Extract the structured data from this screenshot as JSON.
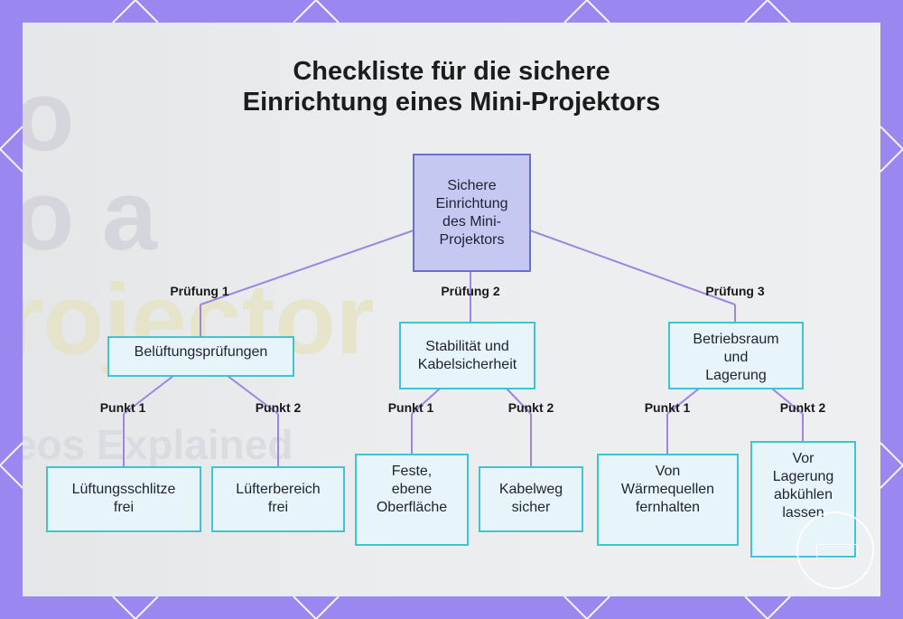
{
  "title_lines": [
    "Checkliste für die sichere",
    "Einrichtung eines Mini-Projektors"
  ],
  "root": {
    "lines": [
      "Sichere",
      "Einrichtung",
      "des Mini-",
      "Projektors"
    ]
  },
  "branches": [
    {
      "label": "Prüfung 1",
      "lines": [
        "Belüftungsprüfungen"
      ],
      "items": [
        {
          "label": "Punkt 1",
          "lines": [
            "Lüftungsschlitze",
            "frei"
          ]
        },
        {
          "label": "Punkt 2",
          "lines": [
            "Lüfterbereich",
            "frei"
          ]
        }
      ]
    },
    {
      "label": "Prüfung 2",
      "lines": [
        "Stabilität und",
        "Kabelsicherheit"
      ],
      "items": [
        {
          "label": "Punkt 1",
          "lines": [
            "Feste,",
            "ebene",
            "Oberfläche"
          ]
        },
        {
          "label": "Punkt 2",
          "lines": [
            "Kabelweg",
            "sicher"
          ]
        }
      ]
    },
    {
      "label": "Prüfung 3",
      "lines": [
        "Betriebsraum",
        "und",
        "Lagerung"
      ],
      "items": [
        {
          "label": "Punkt 1",
          "lines": [
            "Von",
            "Wärmequellen",
            "fernhalten"
          ]
        },
        {
          "label": "Punkt 2",
          "lines": [
            "Vor",
            "Lagerung",
            "abkühlen",
            "lassen"
          ]
        }
      ]
    }
  ],
  "background_text": [
    "o",
    "o a",
    "rojector",
    "eos Explained"
  ],
  "colors": {
    "frame": "#9b87f0",
    "root_fill": "#c5c9f2",
    "root_border": "#6a6fcc",
    "node_fill": "#e7f5fb",
    "node_border": "#3fc4d6",
    "connector": "#9c86e2"
  }
}
